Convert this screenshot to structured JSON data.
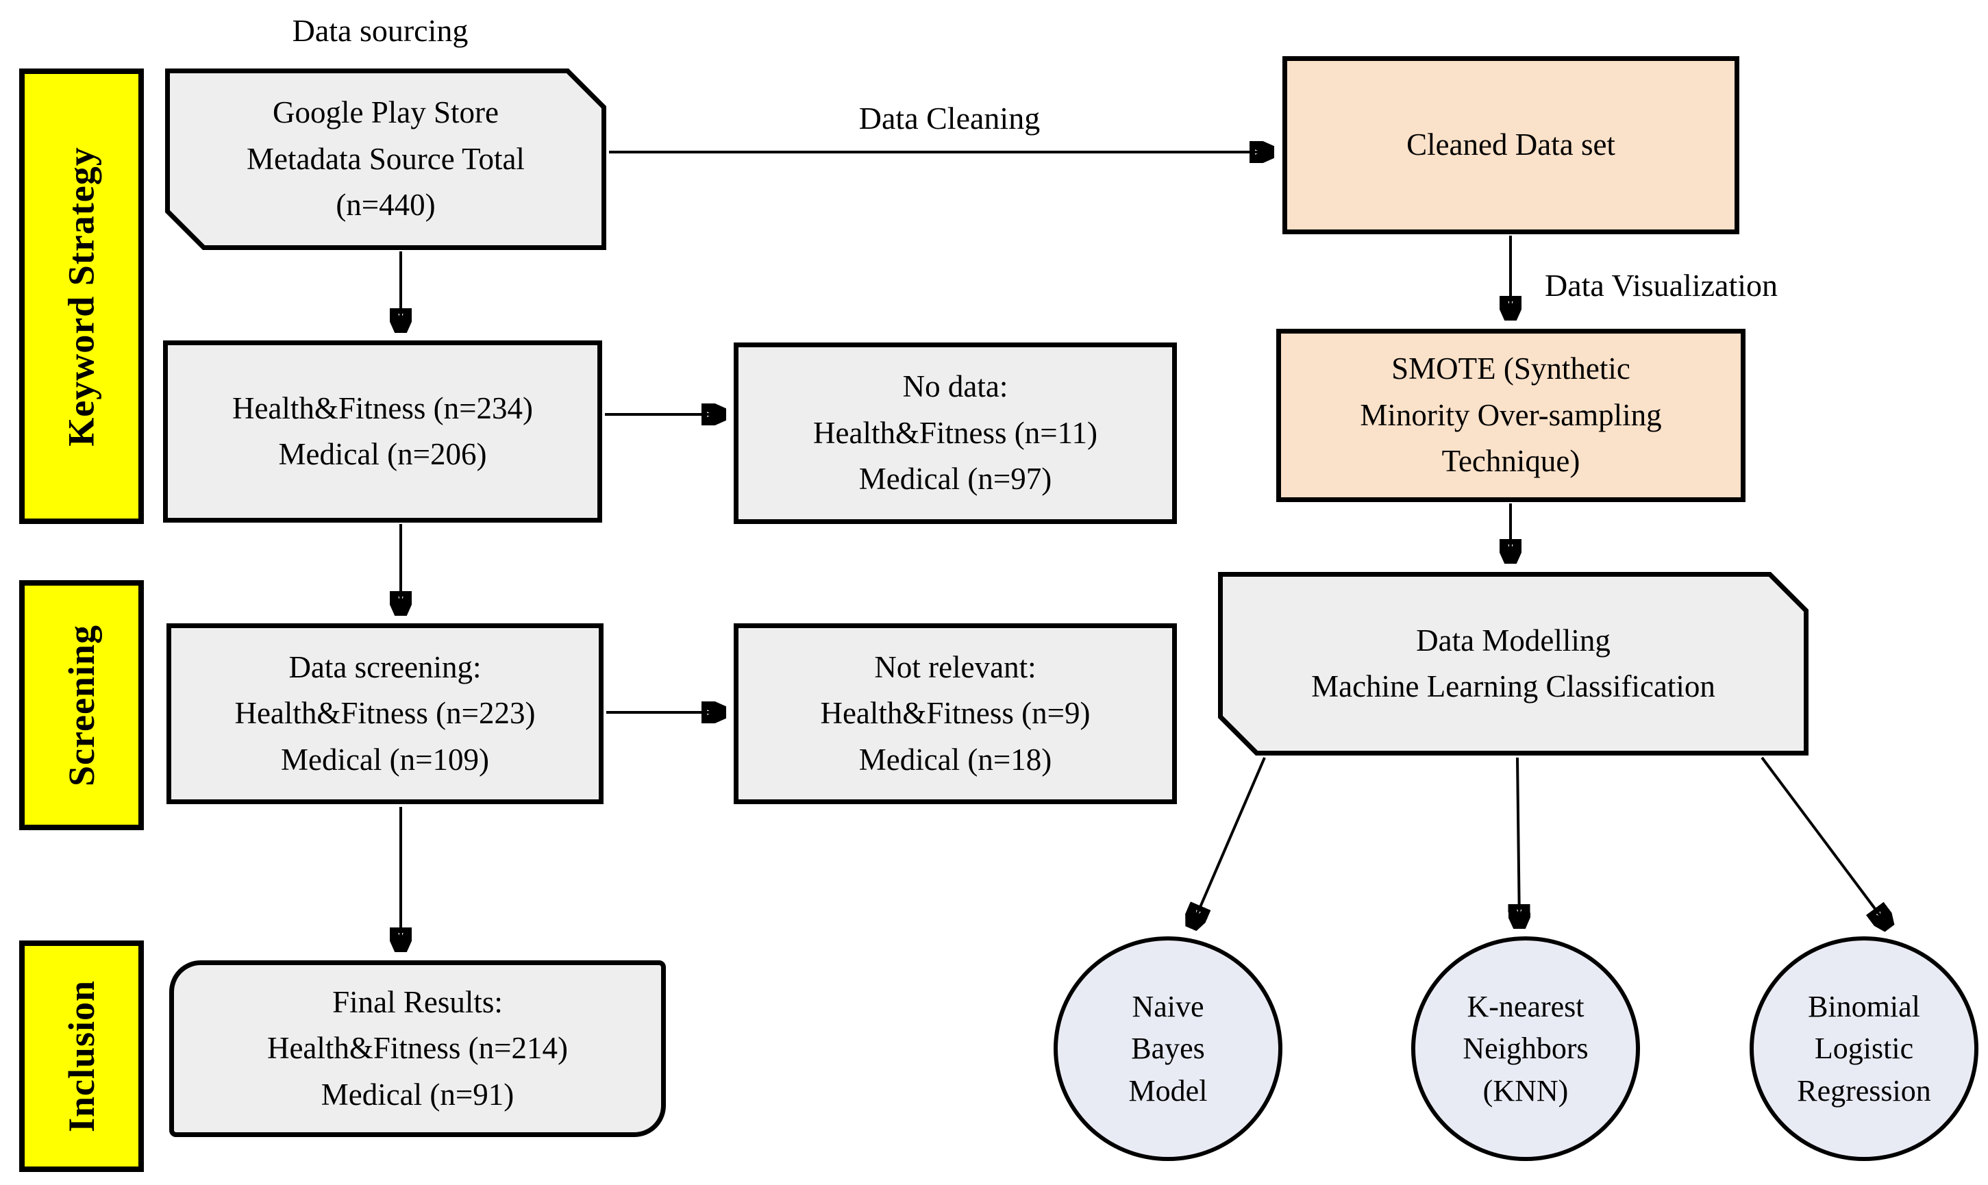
{
  "diagram": {
    "title": "App screening and machine-learning pipeline flowchart",
    "stages": [
      {
        "label": "Keyword Strategy"
      },
      {
        "label": "Screening"
      },
      {
        "label": "Inclusion"
      }
    ],
    "flow_labels": {
      "data_sourcing": "Data sourcing",
      "data_cleaning": "Data Cleaning",
      "data_visualization": "Data Visualization"
    },
    "boxes": {
      "google_play": {
        "lines": [
          "Google Play Store",
          "Metadata Source Total",
          "(n=440)"
        ]
      },
      "keyword_counts": {
        "lines": [
          "Health&Fitness (n=234)",
          "Medical (n=206)"
        ]
      },
      "no_data": {
        "lines": [
          "No data:",
          "Health&Fitness (n=11)",
          "Medical (n=97)"
        ]
      },
      "data_screening": {
        "lines": [
          "Data screening:",
          "Health&Fitness (n=223)",
          "Medical (n=109)"
        ]
      },
      "not_relevant": {
        "lines": [
          "Not relevant:",
          "Health&Fitness (n=9)",
          "Medical (n=18)"
        ]
      },
      "final_results": {
        "lines": [
          "Final Results:",
          "Health&Fitness (n=214)",
          "Medical (n=91)"
        ]
      },
      "cleaned_data": {
        "lines": [
          "Cleaned Data set"
        ]
      },
      "smote": {
        "lines": [
          "SMOTE (Synthetic",
          "Minority Over-sampling",
          "Technique)"
        ]
      },
      "data_modelling": {
        "lines": [
          "Data Modelling",
          "Machine Learning Classification"
        ]
      }
    },
    "models": [
      {
        "lines": [
          "Naive",
          "Bayes",
          "Model"
        ]
      },
      {
        "lines": [
          "K-nearest",
          "Neighbors",
          "(KNN)"
        ]
      },
      {
        "lines": [
          "Binomial",
          "Logistic",
          "Regression"
        ]
      }
    ],
    "colors": {
      "stage_bg": "#FFFF00",
      "process_bg": "#EEEEEE",
      "highlight_bg": "#FAE1C9",
      "model_bg": "#E9EBF4",
      "line": "#000000"
    }
  }
}
